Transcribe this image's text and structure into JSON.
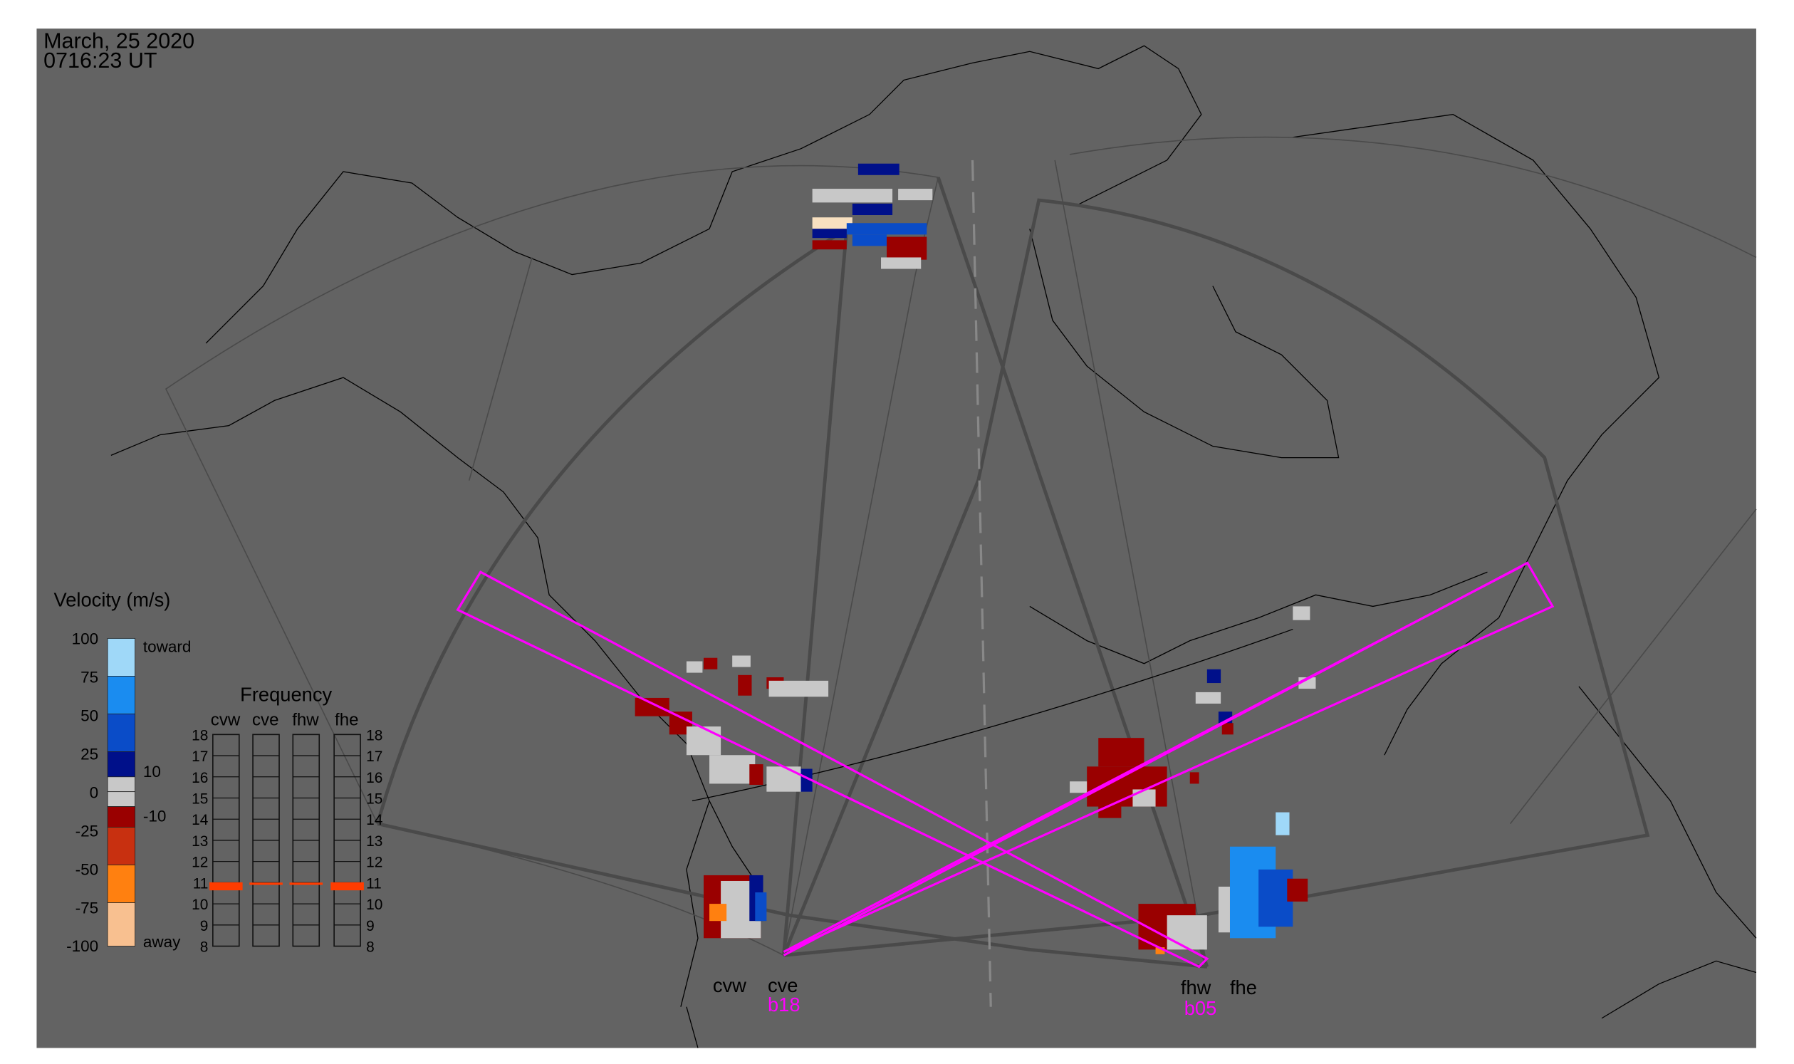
{
  "header": {
    "date": "March, 25 2020",
    "time": "0716:23 UT"
  },
  "legend": {
    "title": "Velocity (m/s)",
    "ticks": [
      "100",
      "75",
      "50",
      "25",
      "0",
      "-25",
      "-50",
      "-75",
      "-100"
    ],
    "toward_label": "toward",
    "away_label": "away",
    "plus_ten": "10",
    "minus_ten": "-10",
    "colors": [
      "#9fd8f8",
      "#1a8cf0",
      "#0a4cc8",
      "#00108a",
      "#c8c8c8",
      "#c8c8c8",
      "#9a0000",
      "#c83010",
      "#ff8010",
      "#f8c090"
    ]
  },
  "frequency": {
    "title": "Frequency",
    "radars": [
      "cvw",
      "cve",
      "fhw",
      "fhe"
    ],
    "ticks": [
      "18",
      "17",
      "16",
      "15",
      "14",
      "13",
      "12",
      "11",
      "10",
      "9",
      "8"
    ],
    "values_mhz": [
      10.8,
      10.95,
      10.95,
      10.8
    ],
    "bar_color": "#ff3c00"
  },
  "sites": {
    "christmas_valley": {
      "west": "cvw",
      "east": "cve",
      "beam": "b18"
    },
    "fort_hays": {
      "west": "fhw",
      "east": "fhe",
      "beam": "b05"
    }
  },
  "colors": {
    "background": "#636363",
    "fov": "#4a4a4a",
    "beam_box": "#ff00ff",
    "coast": "#000000"
  }
}
